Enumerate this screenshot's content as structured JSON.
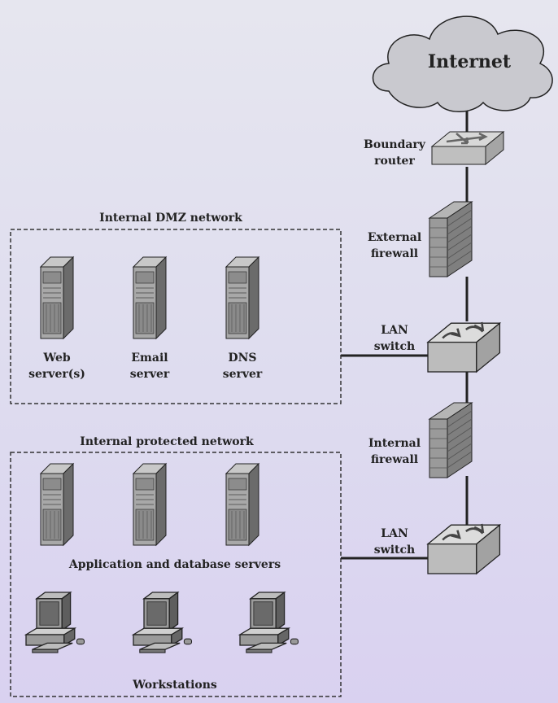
{
  "cloud": {
    "label": "Internet"
  },
  "devices": {
    "boundary_router": {
      "line1": "Boundary",
      "line2": "router"
    },
    "external_firewall": {
      "line1": "External",
      "line2": "firewall"
    },
    "lan_switch_top": {
      "line1": "LAN",
      "line2": "switch"
    },
    "internal_firewall": {
      "line1": "Internal",
      "line2": "firewall"
    },
    "lan_switch_bottom": {
      "line1": "LAN",
      "line2": "switch"
    }
  },
  "dmz": {
    "title": "Internal DMZ network",
    "servers": [
      {
        "line1": "Web",
        "line2": "server(s)"
      },
      {
        "line1": "Email",
        "line2": "server"
      },
      {
        "line1": "DNS",
        "line2": "server"
      }
    ]
  },
  "protected": {
    "title": "Internal protected network",
    "servers_label": "Application and database servers",
    "workstations_label": "Workstations"
  },
  "colors": {
    "line": "#222222",
    "server_body": "#a9a9a9",
    "server_dark": "#5a5a5a",
    "firewall": "#8a8a8a",
    "cloud_fill": "#c9c9cf",
    "switch_top": "#d6d6d6"
  }
}
